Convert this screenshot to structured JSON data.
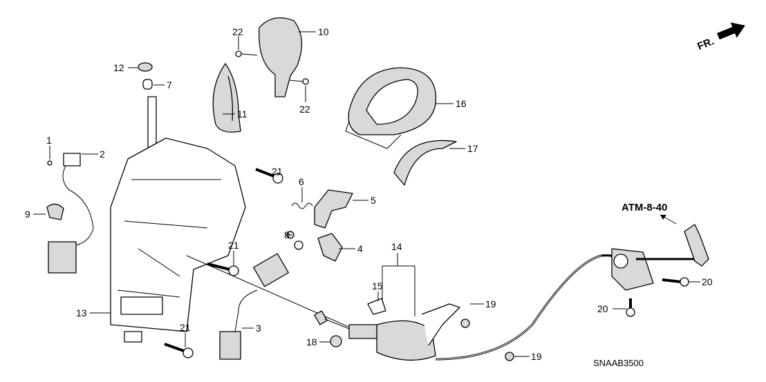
{
  "diagram": {
    "code": "SNAAB3500",
    "reference": "ATM-8-40",
    "front_marker": "FR.",
    "callouts": [
      "22",
      "10",
      "12",
      "7",
      "11",
      "22",
      "16",
      "1",
      "2",
      "17",
      "21",
      "6",
      "5",
      "9",
      "8",
      "4",
      "21",
      "14",
      "15",
      "13",
      "3",
      "19",
      "18",
      "21",
      "19",
      "20",
      "20"
    ]
  }
}
